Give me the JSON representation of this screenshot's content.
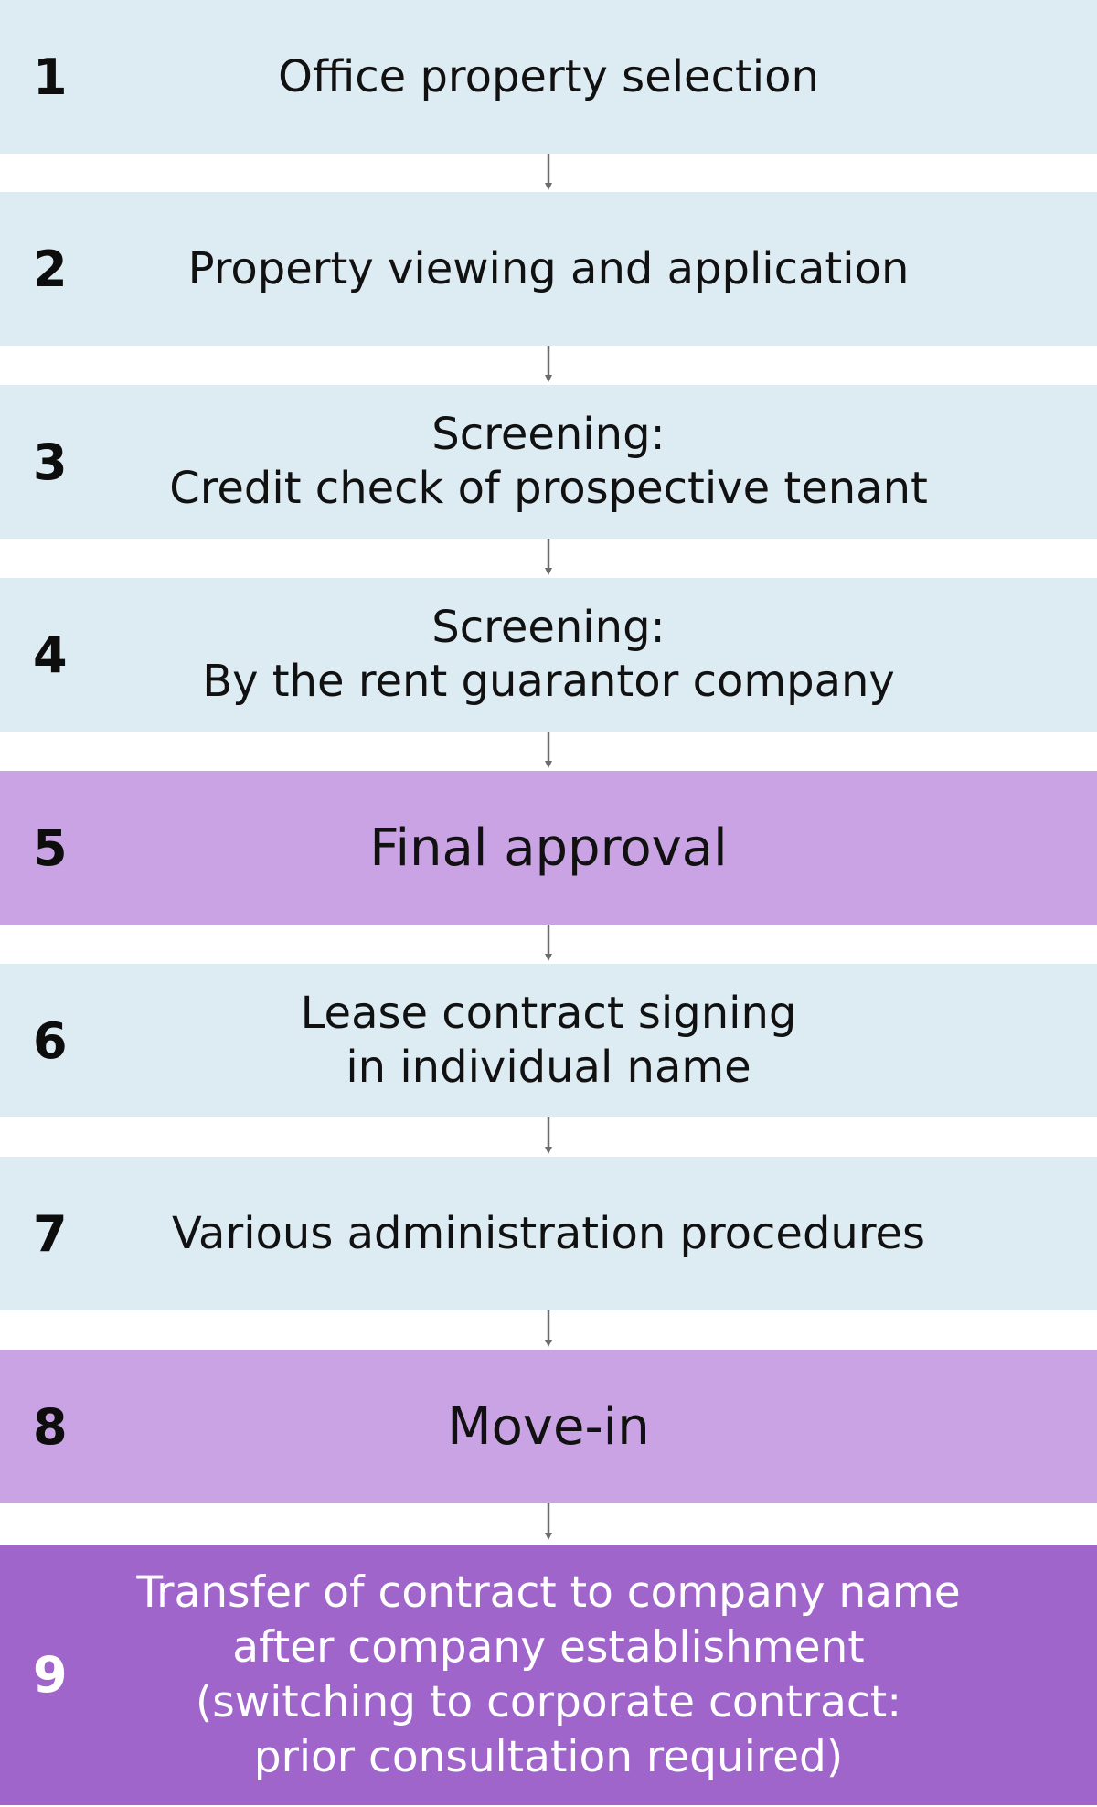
{
  "steps": [
    {
      "number": "1",
      "lines": [
        "Office property selection"
      ]
    },
    {
      "number": "2",
      "lines": [
        "Property viewing and application"
      ]
    },
    {
      "number": "3",
      "lines": [
        "Screening:",
        "Credit check of prospective tenant"
      ]
    },
    {
      "number": "4",
      "lines": [
        "Screening:",
        "By the rent guarantor company"
      ]
    },
    {
      "number": "5",
      "lines": [
        "Final approval"
      ]
    },
    {
      "number": "6",
      "lines": [
        "Lease contract signing",
        "in individual name"
      ]
    },
    {
      "number": "7",
      "lines": [
        "Various administration procedures"
      ]
    },
    {
      "number": "8",
      "lines": [
        "Move-in"
      ]
    },
    {
      "number": "9",
      "lines": [
        "Transfer of contract to company name",
        "after company establishment",
        "(switching to corporate contract:",
        "prior consultation required)"
      ]
    }
  ],
  "colors": {
    "light_step": "#ddebf3",
    "highlight_step": "#c9a3e3",
    "final_step": "#a065ca",
    "arrow": "#6b6b6b"
  }
}
